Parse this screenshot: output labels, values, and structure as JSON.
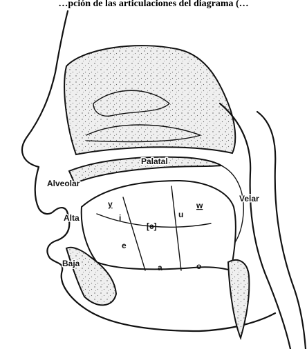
{
  "caption": "…pción de las articulaciones del diagrama (…",
  "labels": {
    "palatal": "Palatal",
    "alveolar": "Alveolar",
    "alta": "Alta",
    "baja": "Baja",
    "velar": "Velar"
  },
  "vowels": {
    "y": "y",
    "i": "i",
    "schwa": "[ə]",
    "u": "u",
    "w": "w",
    "e": "e",
    "a": "a",
    "o": "o"
  },
  "colors": {
    "ink": "#111111",
    "tissue_fill": "#ececec",
    "background": "#ffffff"
  }
}
